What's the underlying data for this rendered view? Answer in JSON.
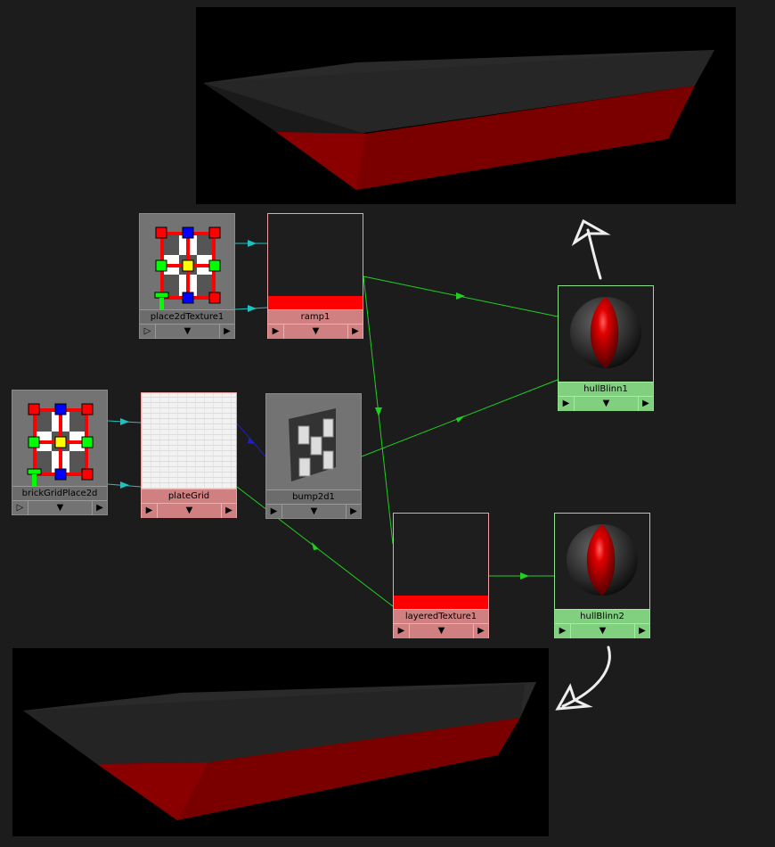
{
  "nodes": {
    "place2dTexture1": {
      "label": "place2dTexture1",
      "left_arrow": "▷",
      "mid_arrow": "▼",
      "right_arrow": "▶"
    },
    "ramp1": {
      "label": "ramp1",
      "left_arrow": "▶",
      "mid_arrow": "▼",
      "right_arrow": "▶"
    },
    "brickGridPlace2d": {
      "label": "brickGridPlace2d",
      "left_arrow": "▷",
      "mid_arrow": "▼",
      "right_arrow": "▶"
    },
    "plateGrid": {
      "label": "plateGrid",
      "left_arrow": "▶",
      "mid_arrow": "▼",
      "right_arrow": "▶"
    },
    "bump2d1": {
      "label": "bump2d1",
      "left_arrow": "▶",
      "mid_arrow": "▼",
      "right_arrow": "▶"
    },
    "hullBlinn1": {
      "label": "hullBlinn1",
      "left_arrow": "▶",
      "mid_arrow": "▼",
      "right_arrow": "▶"
    },
    "layeredTexture1": {
      "label": "layeredTexture1",
      "left_arrow": "▶",
      "mid_arrow": "▼",
      "right_arrow": "▶"
    },
    "hullBlinn2": {
      "label": "hullBlinn2",
      "left_arrow": "▶",
      "mid_arrow": "▼",
      "right_arrow": "▶"
    }
  },
  "colors": {
    "texture_node": "#d08080",
    "material_node": "#80d080",
    "utility_node": "#737373",
    "uv_wire": "#20c0c0",
    "shader_wire": "#20d020",
    "bump_wire": "#2020c0",
    "hull_red": "#8a0000"
  }
}
